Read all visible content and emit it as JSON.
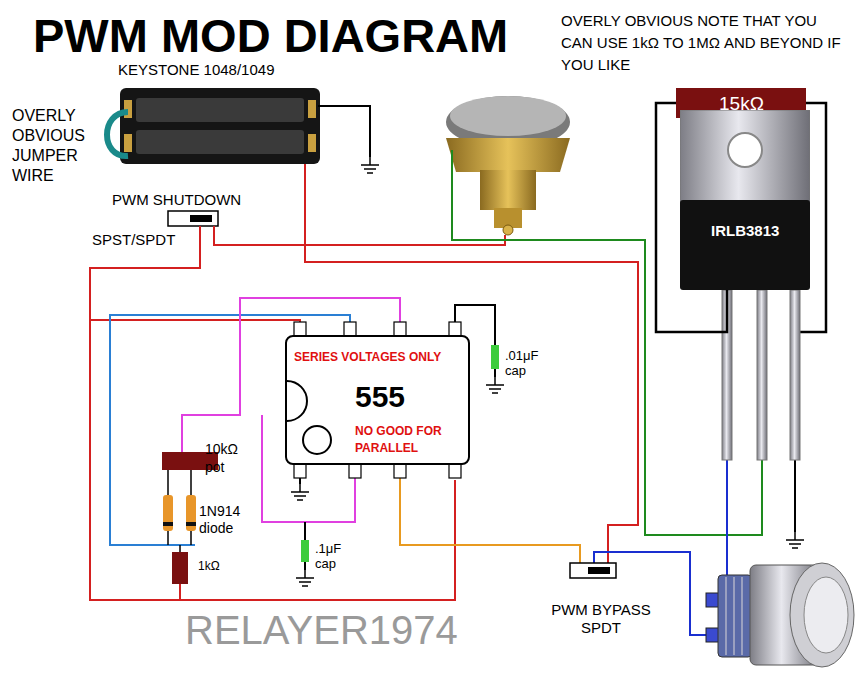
{
  "diagram": {
    "title": "PWM MOD DIAGRAM",
    "nodes": [
      {
        "text": [
          "15kΩ"
        ]
      },
      {
        "text": [
          "IRLB3813"
        ]
      },
      {
        "text": [
          "SERIES VOLTAGES ONLY",
          "555",
          "NO GOOD FOR PARALLEL"
        ]
      }
    ],
    "edges": [
      {
        "from": 0,
        "to": 1,
        "arrow": "none"
      }
    ],
    "labels": [
      "OVERLY OBVIOUS NOTE THAT YOU CAN USE 1kΩ TO 1MΩ AND BEYOND IF YOU LIKE",
      "KEYSTONE 1048/1049",
      "OVERLY OBVIOUS JUMPER WIRE",
      "PWM SHUTDOWN",
      "SPST/SPDT",
      "10kΩ pot",
      "1N914 diode",
      "1kΩ",
      ".01μF cap",
      ".1μF cap",
      "PWM BYPASS SPDT",
      "RELAYER1974"
    ]
  }
}
